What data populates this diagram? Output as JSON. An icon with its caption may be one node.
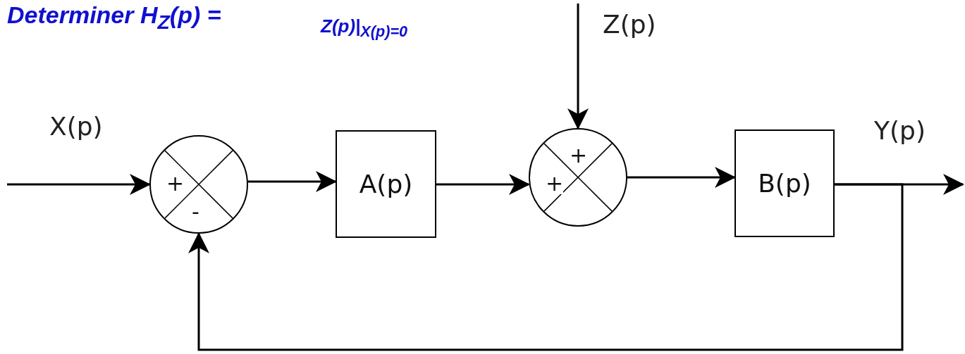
{
  "diagram": {
    "title": "Determiner H$_{Z}$(p) =",
    "nodes": [
      {
        "text": [
          "+",
          "-"
        ]
      },
      {
        "text": [
          "A(p)"
        ]
      },
      {
        "text": [
          "+",
          "+"
        ]
      },
      {
        "text": [
          "B(p)"
        ]
      }
    ],
    "edges": [
      {
        "from": null,
        "to": 0,
        "arrow": "to",
        "label": "X(p)"
      },
      {
        "from": 0,
        "to": 1,
        "arrow": "to"
      },
      {
        "from": 1,
        "to": 2,
        "arrow": "to"
      },
      {
        "from": null,
        "to": 2,
        "arrow": "to",
        "label": "Z(p)"
      },
      {
        "from": 2,
        "to": 3,
        "arrow": "to"
      },
      {
        "from": 3,
        "to": null,
        "arrow": "to",
        "label": "Y(p)"
      },
      {
        "from": 3,
        "to": 0,
        "arrow": "to"
      }
    ],
    "labels": [
      "Z(p)|$_{X(p)=0}$"
    ]
  }
}
